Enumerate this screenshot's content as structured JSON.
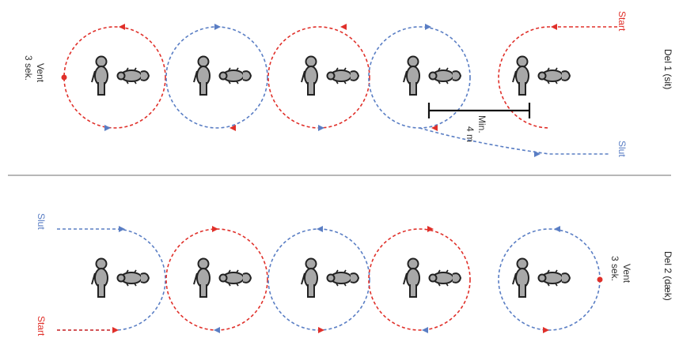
{
  "colors": {
    "red_path": "#e0302a",
    "blue_path": "#5a7ec4",
    "figure_fill": "#a8a8a8",
    "figure_stroke": "#222222",
    "divider": "#8c8c8c"
  },
  "part1": {
    "title": "Del 1 (sit)",
    "start_label": "Start",
    "end_label": "Slut",
    "wait_label_line1": "Vent",
    "wait_label_line2": "3 sek.",
    "distance_line1": "Min.",
    "distance_line2": "4 m"
  },
  "part2": {
    "title": "Del 2 (dæk)",
    "start_label": "Start",
    "end_label": "Slut",
    "wait_label_line1": "Vent",
    "wait_label_line2": "3 sek."
  },
  "icons": {
    "handler": "person-icon",
    "dog": "dog-icon"
  }
}
